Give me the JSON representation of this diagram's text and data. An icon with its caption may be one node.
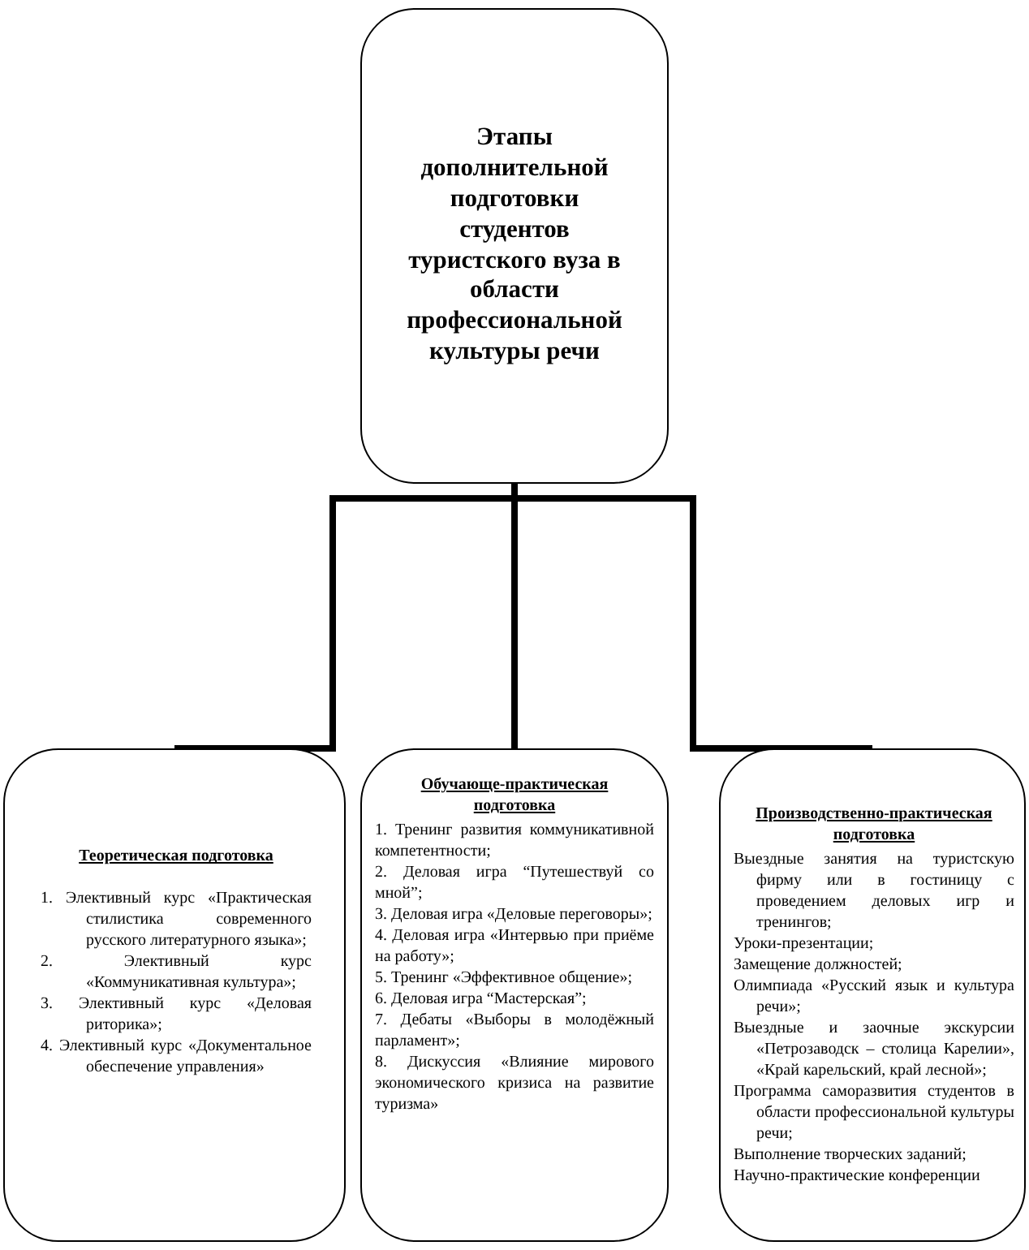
{
  "diagram": {
    "nodes": [
      {
        "text": [
          "Этапы дополнительной подготовки студентов туристского вуза в области профессиональной культуры речи"
        ]
      },
      {
        "text": [
          "Теоретическая подготовка",
          "1. Элективный курс «Практическая стилистика современного русского литературного языка»;",
          "2. Элективный курс «Коммуникативная культура»;",
          "3. Элективный курс «Деловая риторика»;",
          "4. Элективный курс «Документальное обеспечение управления»"
        ]
      },
      {
        "text": [
          "Обучающе-практическая подготовка",
          "1. Тренинг развития коммуникативной компетентности;",
          "2. Деловая игра “Путешествуй со мной”;",
          "3. Деловая игра «Деловые переговоры»;",
          "4. Деловая игра «Интервью при приёме на работу»;",
          "5. Тренинг «Эффективное общение»;",
          "6. Деловая игра “Мастерская”;",
          "7. Дебаты «Выборы в молодёжный парламент»;",
          "8. Дискуссия «Влияние мирового экономического кризиса на развитие туризма»"
        ]
      },
      {
        "text": [
          "Производственно-практическая подготовка",
          "Выездные занятия на туристскую фирму или в гостиницу с проведением деловых игр и тренингов;",
          "Уроки-презентации;",
          "Замещение должностей;",
          "Олимпиада «Русский язык и культура речи»;",
          "Выездные и заочные экскурсии «Петрозаводск – столица Карелии», «Край карельский, край лесной»;",
          "Программа саморазвития студентов в области профессиональной культуры речи;",
          "Выполнение творческих заданий;",
          "Научно-практические конференции"
        ]
      }
    ],
    "edges": [
      {
        "from": 0,
        "to": 1,
        "arrow": "none"
      },
      {
        "from": 0,
        "to": 2,
        "arrow": "none"
      },
      {
        "from": 0,
        "to": 3,
        "arrow": "none"
      }
    ]
  }
}
